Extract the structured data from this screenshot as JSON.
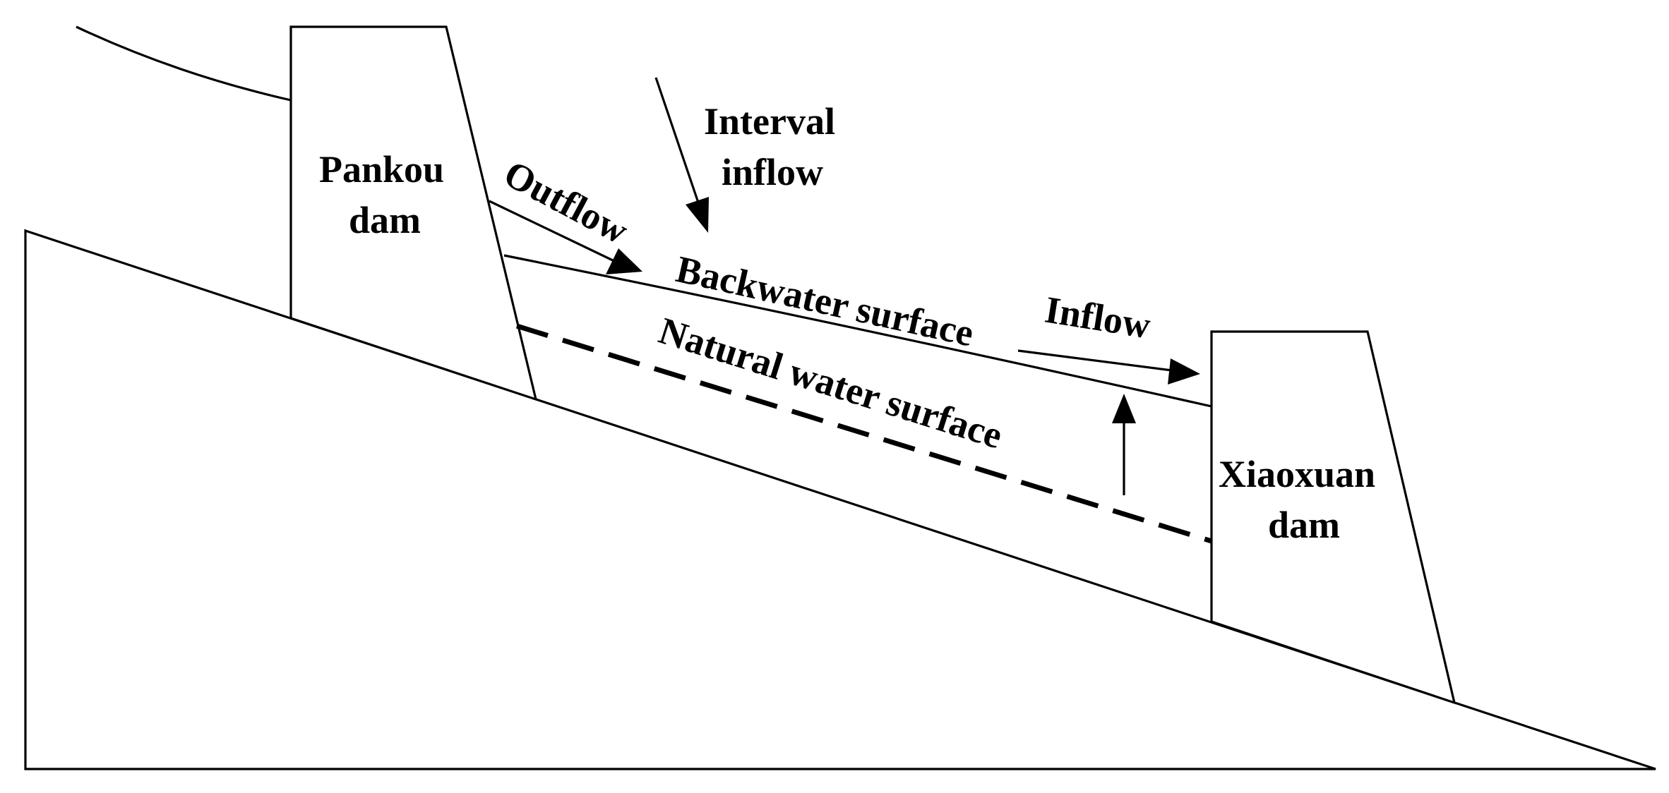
{
  "labels": {
    "upstream_dam": [
      "Pankou",
      "dam"
    ],
    "downstream_dam": [
      "Xiaoxuan",
      "dam"
    ],
    "outflow": "Outflow",
    "interval_inflow": [
      "Interval",
      "inflow"
    ],
    "backwater_surface": "Backwater surface",
    "inflow": "Inflow",
    "natural_water_surface": "Natural water surface"
  },
  "colors": {
    "stroke": "#000000",
    "background": "#ffffff"
  }
}
